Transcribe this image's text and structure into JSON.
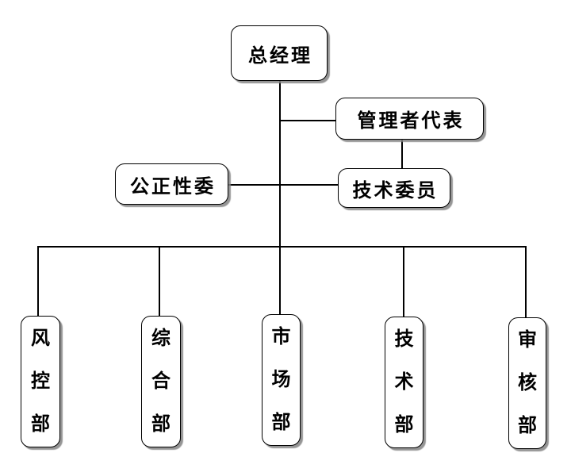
{
  "colors": {
    "background": "#ffffff",
    "box_fill": "#ffffff",
    "box_border": "#000000",
    "connector": "#000000",
    "text": "#000000",
    "shadow": "#828282"
  },
  "org_chart": {
    "root": {
      "label": "总经理"
    },
    "staff": [
      {
        "label": "管理者代表"
      },
      {
        "label": "公正性委"
      },
      {
        "label": "技术委员"
      }
    ],
    "departments": [
      {
        "label": "风控部"
      },
      {
        "label": "综合部"
      },
      {
        "label": "市场部"
      },
      {
        "label": "技术部"
      },
      {
        "label": "审核部"
      }
    ]
  }
}
